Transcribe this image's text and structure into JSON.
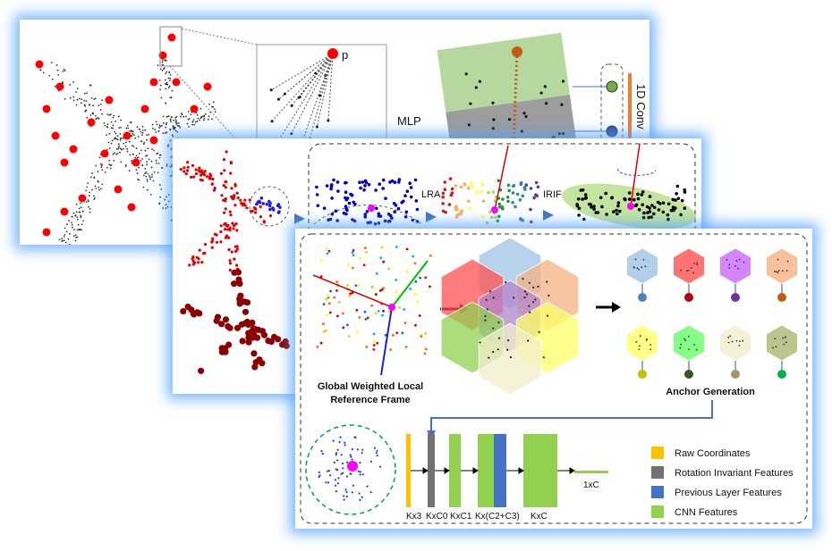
{
  "panel1": {
    "point_label": "p",
    "mlp_label": "MLP",
    "conv_label": "1D Conv"
  },
  "panel2": {
    "lra_label": "LRA",
    "irif_label": "IRIF"
  },
  "panel3": {
    "frame_title_line1": "Global Weighted Local",
    "frame_title_line2": "Reference Frame",
    "anchor_title": "Anchor Generation",
    "dims": [
      "Kx3",
      "KxC0",
      "KxC1",
      "Kx(C2+C3)",
      "KxC",
      "1xC"
    ],
    "legend": [
      {
        "label": "Raw Coordinates",
        "color": "#ffc000"
      },
      {
        "label": "Rotation Invariant Features",
        "color": "#767171"
      },
      {
        "label": "Previous Layer Features",
        "color": "#4472c4"
      },
      {
        "label": "CNN Features",
        "color": "#92d050"
      }
    ]
  }
}
